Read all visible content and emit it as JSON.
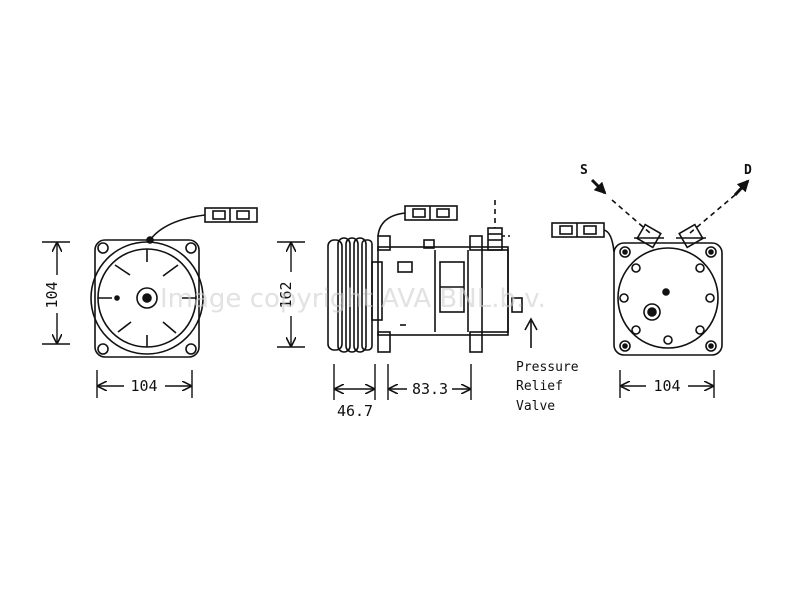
{
  "watermark": "Image copyright AVA BNL.b.v.",
  "front_view": {
    "width_dim": "104",
    "height_dim": "104"
  },
  "side_view": {
    "height_dim": "162",
    "pulley_dim": "46.7",
    "body_dim": "83.3",
    "pressure_relief_label": [
      "Pressure",
      "Relief",
      "Valve"
    ]
  },
  "rear_view": {
    "width_dim": "104",
    "suction_label": "S",
    "discharge_label": "D"
  },
  "colors": {
    "line": "#111111",
    "watermark": "#cfcfcf"
  }
}
